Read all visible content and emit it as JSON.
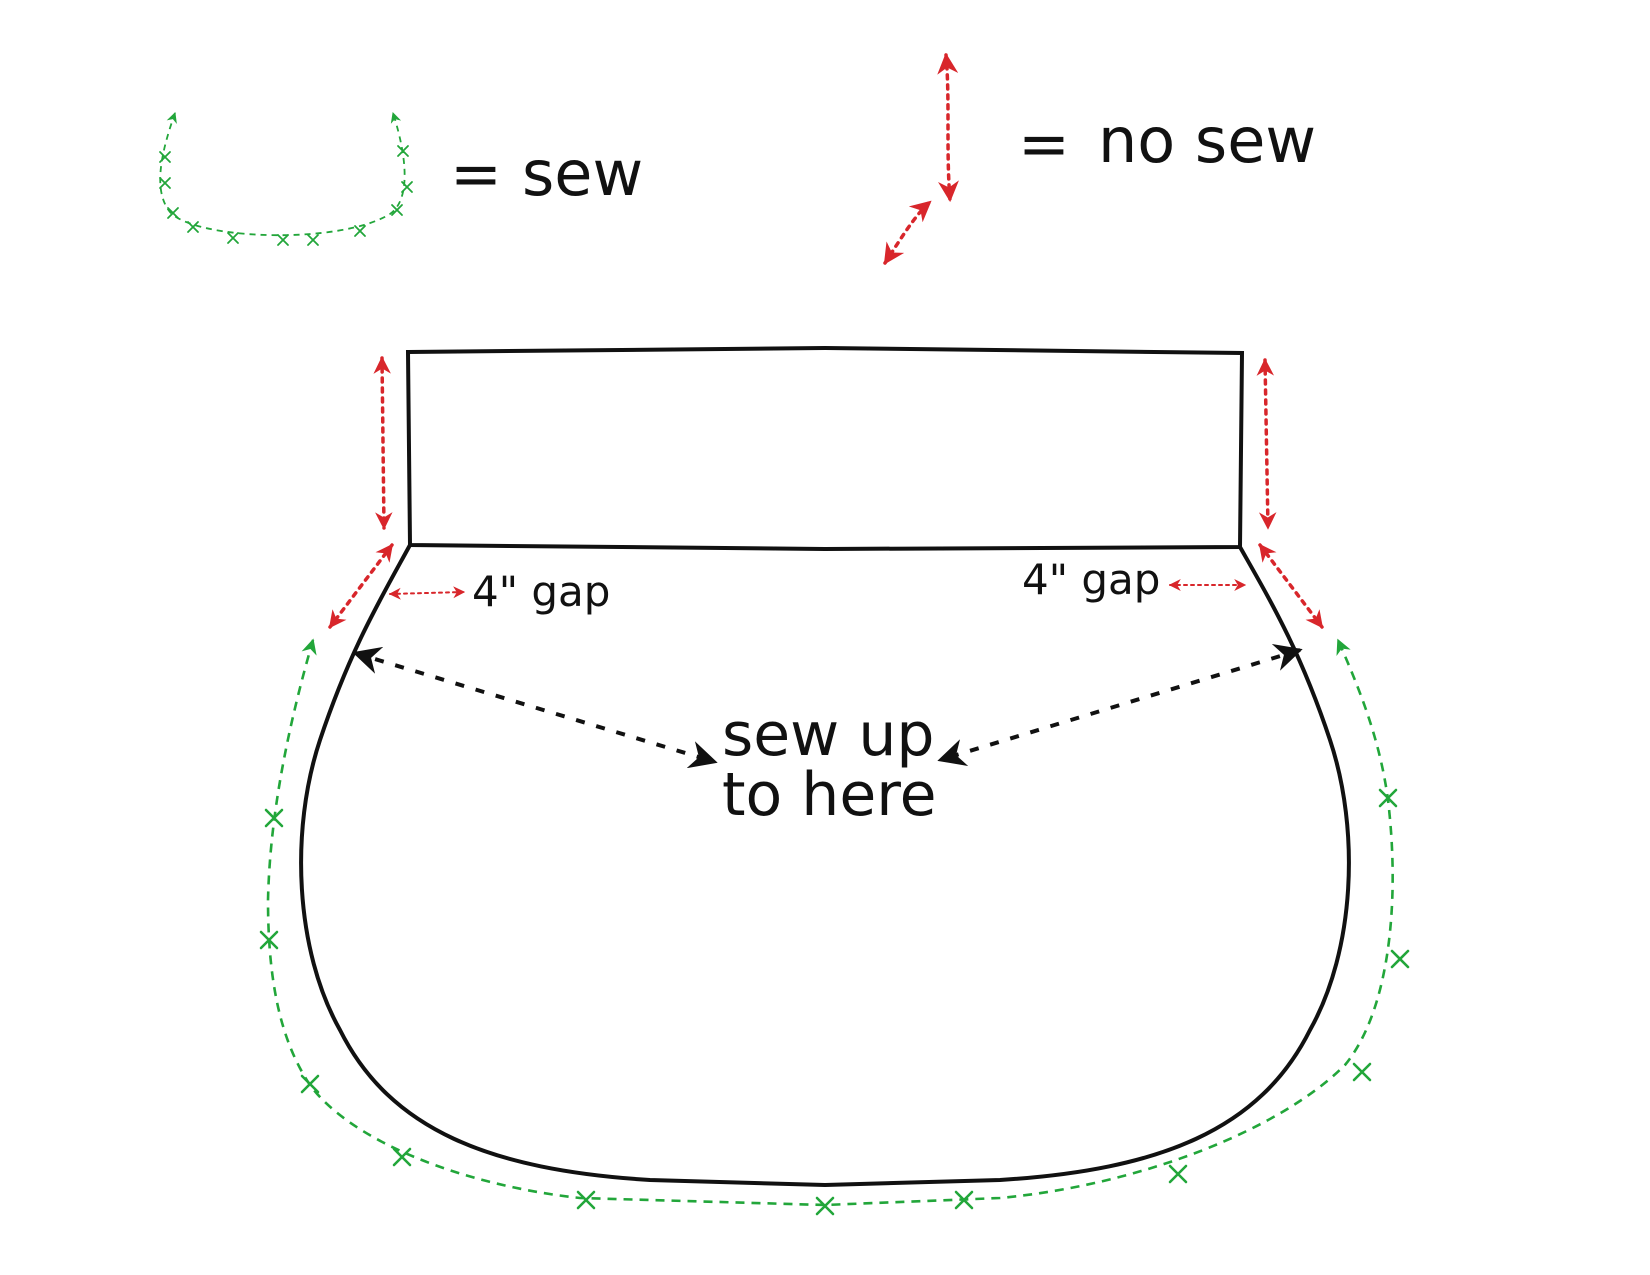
{
  "legend": {
    "sew_equals": "=",
    "sew_label": "sew",
    "nosew_equals": "=",
    "nosew_label": "no sew"
  },
  "labels": {
    "gap_left": "4\" gap",
    "gap_right": "4\" gap",
    "sew_up_line1": "sew up",
    "sew_up_line2": "to here"
  },
  "colors": {
    "outline": "#111111",
    "sew": "#22a63a",
    "no_sew": "#d8262b",
    "pointer": "#111111"
  },
  "icons": {
    "sew_stitch": "dashed-line-with-x-marks",
    "no_sew": "red-dotted-double-arrow",
    "pointer": "black-dotted-double-arrow"
  }
}
